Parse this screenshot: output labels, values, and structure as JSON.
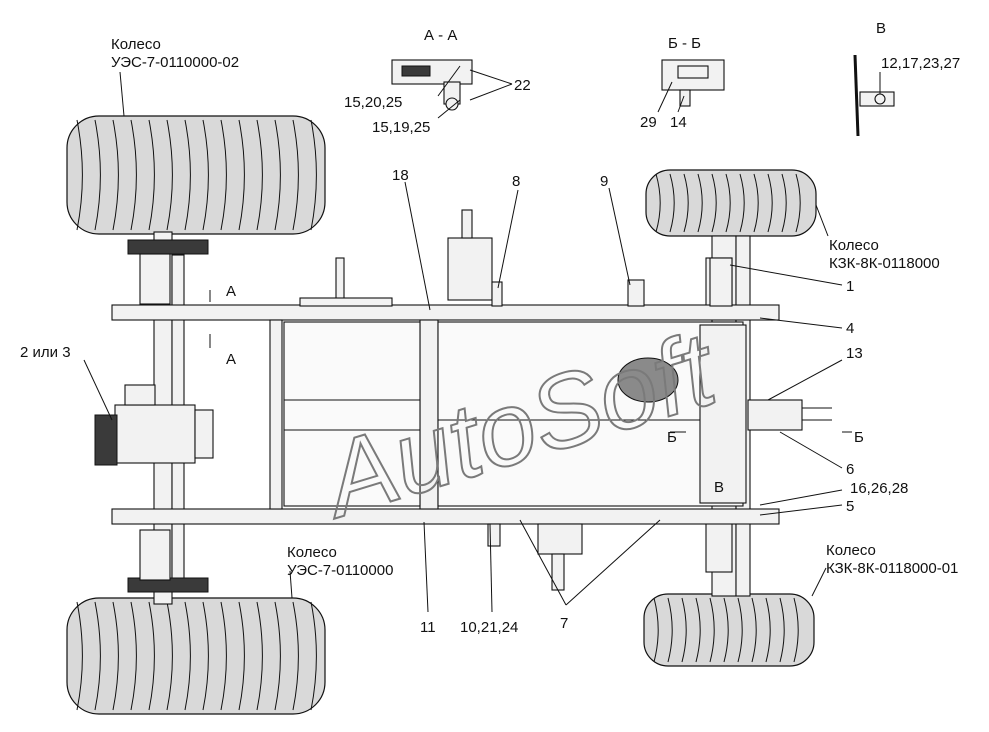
{
  "labels": {
    "wheel_top_left_title": "Колесо",
    "wheel_top_left_code": "УЭС-7-0110000-02",
    "wheel_bottom_left_title": "Колесо",
    "wheel_bottom_left_code": "УЭС-7-0110000",
    "wheel_top_right_title": "Колесо",
    "wheel_top_right_code": "КЗК-8К-0118000",
    "wheel_bottom_right_title": "Колесо",
    "wheel_bottom_right_code": "КЗК-8К-0118000-01",
    "section_aa": "А - А",
    "section_bb": "Б - Б",
    "section_v": "В",
    "sec_a_top": "А",
    "sec_a_bottom": "А",
    "sec_b_left": "Б",
    "sec_b_right": "Б",
    "view_v_marker": "В",
    "aa_15_20_25": "15,20,25",
    "aa_15_19_25": "15,19,25",
    "aa_22": "22",
    "bb_29": "29",
    "bb_14": "14",
    "v_12_17_23_27": "12,17,23,27",
    "p1": "1",
    "p2or3": "2 или 3",
    "p4": "4",
    "p5": "5",
    "p6": "6",
    "p7": "7",
    "p8": "8",
    "p9": "9",
    "p10_21_24": "10,21,24",
    "p11": "11",
    "p13": "13",
    "p16_26_28": "16,26,28",
    "p18": "18"
  },
  "watermark": "AutoSoft"
}
